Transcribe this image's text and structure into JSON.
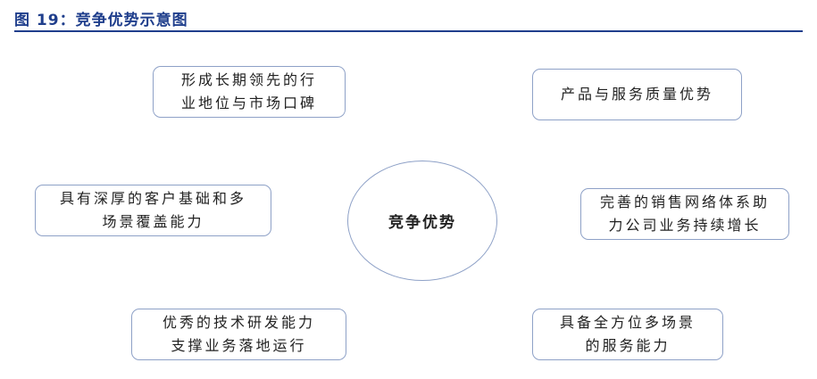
{
  "figure": {
    "title": "图 19：竞争优势示意图",
    "accent_color": "#1f3e8c",
    "border_color": "#8ea1c7"
  },
  "center": {
    "label": "竞争优势"
  },
  "advantages": [
    {
      "line1": "形成长期领先的行",
      "line2": "业地位与市场口碑"
    },
    {
      "line1": "产品与服务质量优势",
      "line2": ""
    },
    {
      "line1": "具有深厚的客户基础和多",
      "line2": "场景覆盖能力"
    },
    {
      "line1": "完善的销售网络体系助",
      "line2": "力公司业务持续增长"
    },
    {
      "line1": "优秀的技术研发能力",
      "line2": "支撑业务落地运行"
    },
    {
      "line1": "具备全方位多场景",
      "line2": "的服务能力"
    }
  ]
}
